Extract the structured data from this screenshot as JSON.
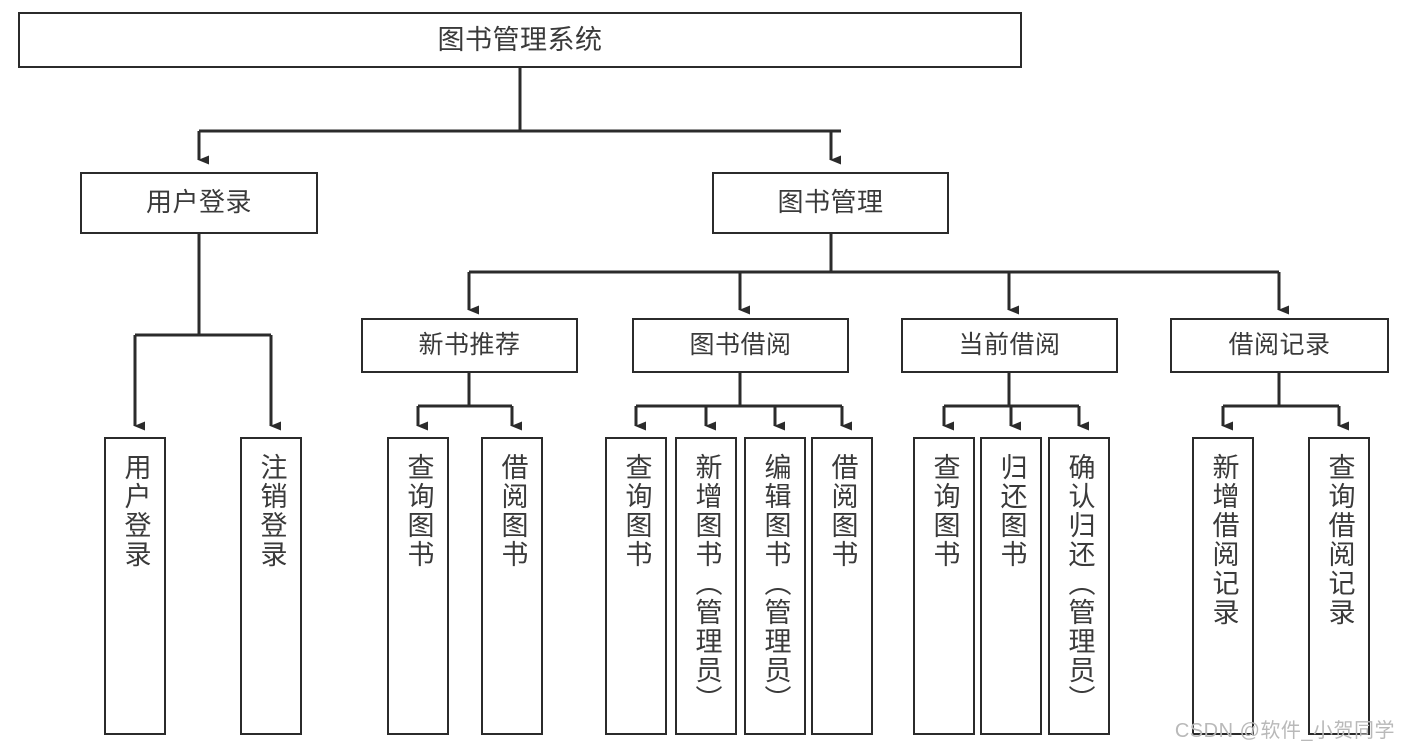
{
  "diagram": {
    "title": "图书管理系统",
    "type": "tree-hierarchy-diagram",
    "watermark": "CSDN @软件_小贺同学",
    "colors": {
      "background": "#ffffff",
      "box_border": "#2b2b2b",
      "box_fill": "#ffffff",
      "text": "#3a3a3a",
      "edge": "#2b2b2b",
      "watermark": "#b9b9b9"
    }
  },
  "nodes": {
    "root": {
      "label": "图书管理系统"
    },
    "level2": [
      {
        "id": "user-login",
        "label": "用户登录"
      },
      {
        "id": "book-manage",
        "label": "图书管理"
      }
    ],
    "level3": [
      {
        "id": "new-book-rec",
        "label": "新书推荐"
      },
      {
        "id": "book-borrow",
        "label": "图书借阅"
      },
      {
        "id": "current-borrow",
        "label": "当前借阅"
      },
      {
        "id": "borrow-record",
        "label": "借阅记录"
      }
    ],
    "leaves": {
      "user-login": [
        {
          "id": "leaf-user-login",
          "label": "用户登录"
        },
        {
          "id": "leaf-user-logout",
          "label": "注销登录"
        }
      ],
      "new-book-rec": [
        {
          "id": "leaf-query-book-1",
          "label": "查询图书"
        },
        {
          "id": "leaf-borrow-book-1",
          "label": "借阅图书"
        }
      ],
      "book-borrow": [
        {
          "id": "leaf-query-book-2",
          "label": "查询图书"
        },
        {
          "id": "leaf-add-book",
          "label": "新增图书（管理员）"
        },
        {
          "id": "leaf-edit-book",
          "label": "编辑图书（管理员）"
        },
        {
          "id": "leaf-borrow-book-2",
          "label": "借阅图书"
        }
      ],
      "current-borrow": [
        {
          "id": "leaf-query-book-3",
          "label": "查询图书"
        },
        {
          "id": "leaf-return-book",
          "label": "归还图书"
        },
        {
          "id": "leaf-confirm-return",
          "label": "确认归还（管理员）"
        }
      ],
      "borrow-record": [
        {
          "id": "leaf-add-record",
          "label": "新增借阅记录"
        },
        {
          "id": "leaf-query-record",
          "label": "查询借阅记录"
        }
      ]
    }
  }
}
